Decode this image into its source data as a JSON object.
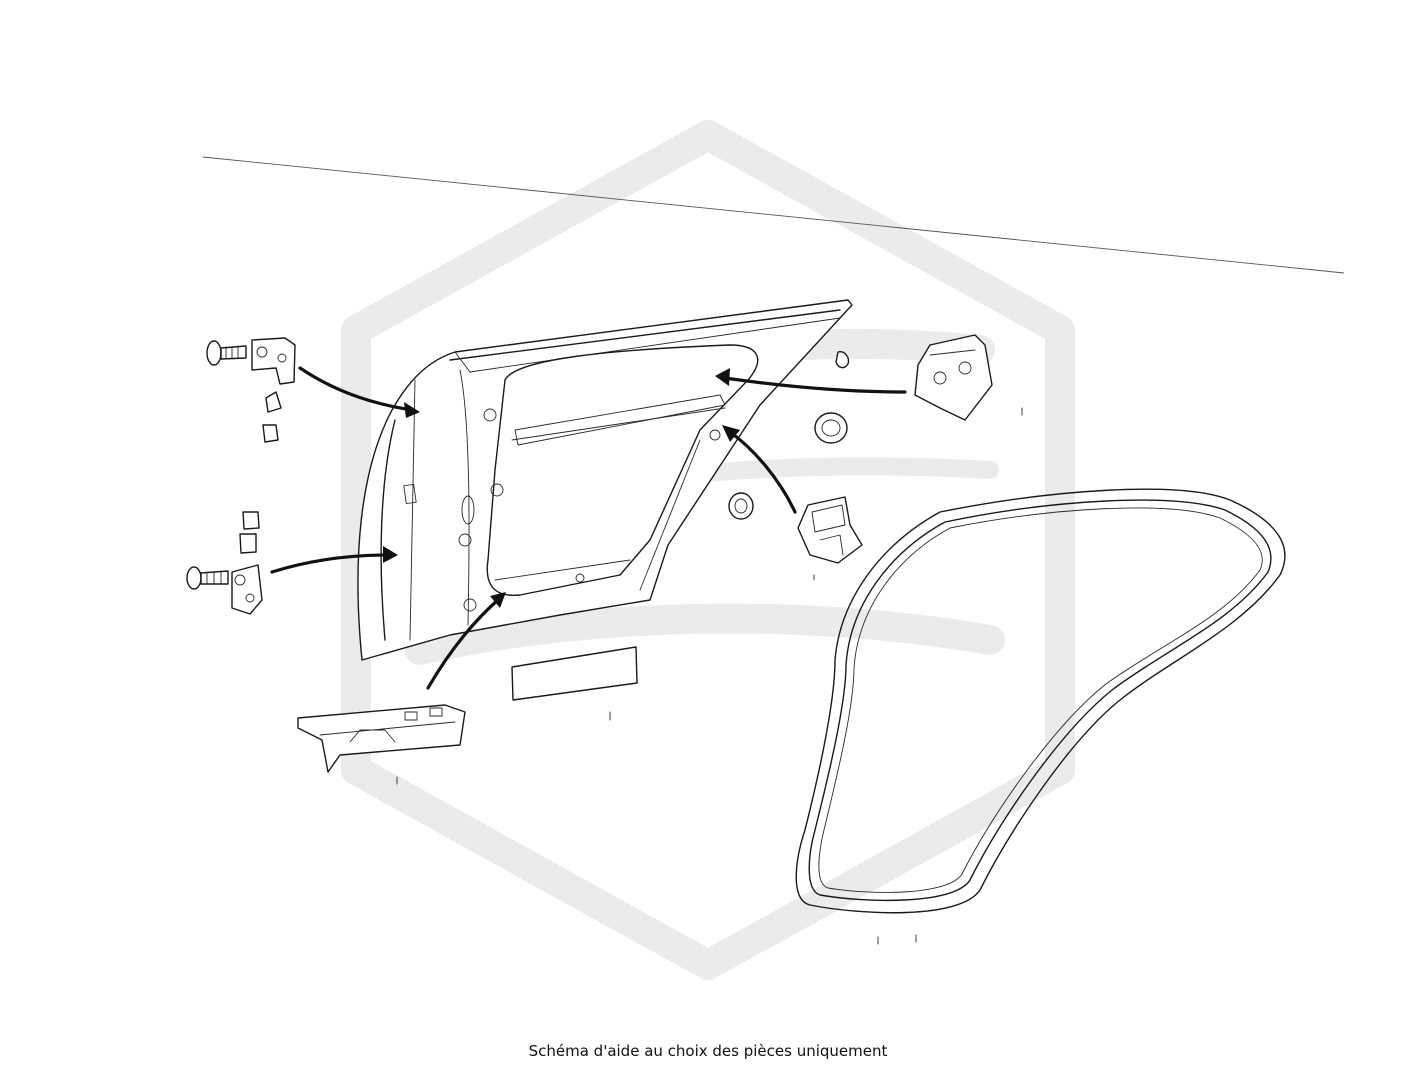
{
  "caption": "Schéma d'aide au choix des pièces uniquement",
  "watermark": {
    "shape": "hexagon-logo",
    "color": "#ebebeb"
  },
  "line_color": "#1a1a1a",
  "parts": [
    {
      "id": "door-shell"
    },
    {
      "id": "upper-hinge"
    },
    {
      "id": "lower-hinge"
    },
    {
      "id": "door-lock"
    },
    {
      "id": "door-check-strap"
    },
    {
      "id": "outer-handle-bracket"
    },
    {
      "id": "door-seal"
    },
    {
      "id": "grommet-upper"
    },
    {
      "id": "grommet-lower"
    },
    {
      "id": "door-sticker-panel"
    }
  ]
}
